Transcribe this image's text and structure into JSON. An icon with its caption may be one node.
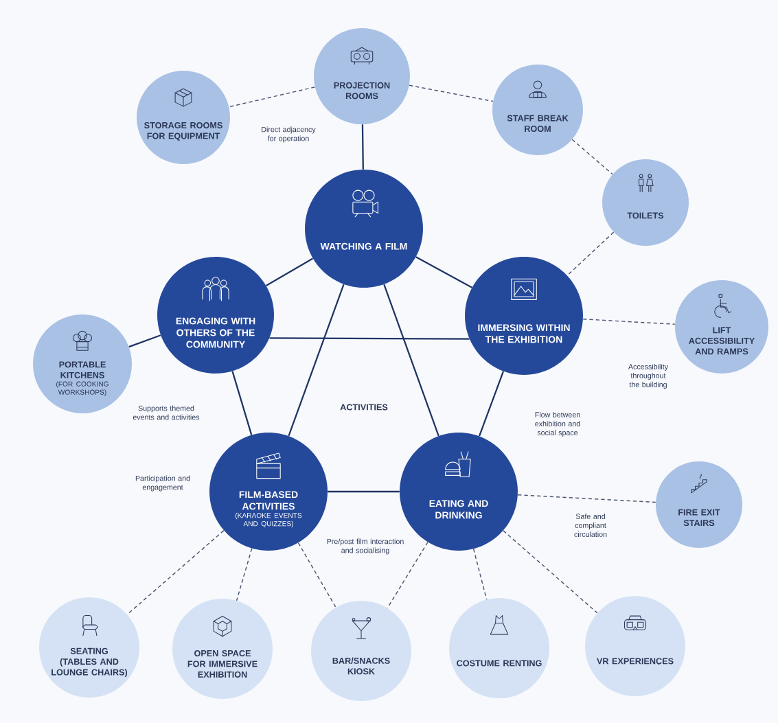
{
  "diagram": {
    "nodes": [
      {
        "text": [
          "WATCHING A FILM"
        ]
      },
      {
        "text": [
          "ENGAGING WITH OTHERS OF THE COMMUNITY"
        ]
      },
      {
        "text": [
          "IMMERSING WITHIN THE EXHIBITION"
        ]
      },
      {
        "text": [
          "FILM-BASED ACTIVITIES",
          "(KARAOKE EVENTS AND QUIZZES)"
        ]
      },
      {
        "text": [
          "EATING AND DRINKING"
        ]
      },
      {
        "text": [
          "PROJECTION ROOMS"
        ]
      },
      {
        "text": [
          "STORAGE ROOMS FOR EQUIPMENT"
        ]
      },
      {
        "text": [
          "STAFF BREAK ROOM"
        ]
      },
      {
        "text": [
          "TOILETS"
        ]
      },
      {
        "text": [
          "LIFT ACCESSIBILITY AND RAMPS"
        ]
      },
      {
        "text": [
          "PORTABLE KITCHENS",
          "(FOR COOKING WORKSHOPS)"
        ]
      },
      {
        "text": [
          "FIRE EXIT STAIRS"
        ]
      },
      {
        "text": [
          "SEATING (TABLES AND LOUNGE CHAIRS)"
        ]
      },
      {
        "text": [
          "OPEN SPACE FOR IMMERSIVE EXHIBITION"
        ]
      },
      {
        "text": [
          "BAR/SNACKS KIOSK"
        ]
      },
      {
        "text": [
          "COSTUME RENTING"
        ]
      },
      {
        "text": [
          "VR EXPERIENCES"
        ]
      }
    ],
    "edges": [
      {
        "from": 0,
        "to": 5,
        "arrow": "none"
      },
      {
        "from": 0,
        "to": 1,
        "arrow": "none"
      },
      {
        "from": 0,
        "to": 2,
        "arrow": "none"
      },
      {
        "from": 0,
        "to": 3,
        "arrow": "none"
      },
      {
        "from": 0,
        "to": 4,
        "arrow": "none"
      },
      {
        "from": 1,
        "to": 2,
        "arrow": "none"
      },
      {
        "from": 1,
        "to": 3,
        "arrow": "none"
      },
      {
        "from": 2,
        "to": 4,
        "arrow": "none"
      },
      {
        "from": 3,
        "to": 4,
        "arrow": "none"
      },
      {
        "from": 1,
        "to": 10,
        "arrow": "none"
      },
      {
        "from": 5,
        "to": 6,
        "arrow": "none",
        "style": "dashed"
      },
      {
        "from": 5,
        "to": 7,
        "arrow": "none",
        "style": "dashed"
      },
      {
        "from": 7,
        "to": 8,
        "arrow": "none",
        "style": "dashed"
      },
      {
        "from": 8,
        "to": 2,
        "arrow": "none",
        "style": "dashed"
      },
      {
        "from": 2,
        "to": 9,
        "arrow": "none",
        "style": "dashed"
      },
      {
        "from": 4,
        "to": 11,
        "arrow": "none",
        "style": "dashed"
      },
      {
        "from": 3,
        "to": 12,
        "arrow": "none",
        "style": "dashed"
      },
      {
        "from": 3,
        "to": 13,
        "arrow": "none",
        "style": "dashed"
      },
      {
        "from": 3,
        "to": 14,
        "arrow": "none",
        "style": "dashed"
      },
      {
        "from": 4,
        "to": 14,
        "arrow": "none",
        "style": "dashed"
      },
      {
        "from": 4,
        "to": 15,
        "arrow": "none",
        "style": "dashed"
      },
      {
        "from": 4,
        "to": 16,
        "arrow": "none",
        "style": "dashed"
      }
    ],
    "labels": [
      "Direct adjacency for operation",
      "Accessibility throughout the building",
      "ACTIVITIES",
      "Supports themed events and activities",
      "Flow between exhibition and social space",
      "Participation and engagement",
      "Safe and compliant circulation",
      "Pre/post film interaction and socialising"
    ]
  }
}
